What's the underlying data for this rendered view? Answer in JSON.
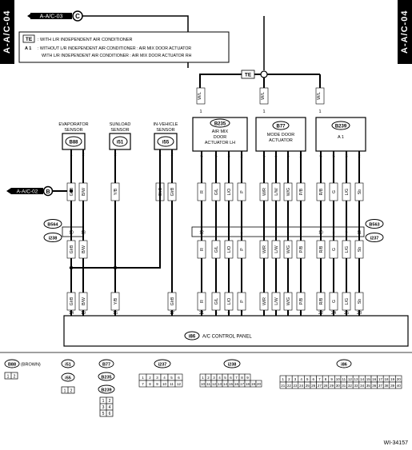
{
  "page_tab": "A-A/C-04",
  "connectors_top": {
    "in_label": "A-A/C-03",
    "in_letter": "C"
  },
  "connectors_left": {
    "in_label": "A-A/C-02",
    "in_letter": "B"
  },
  "legend": {
    "te_key": "TE",
    "te_text": ": WITH L/R INDEPENDENT AIR CONDITIONER",
    "a1_key": "A 1",
    "a1_line1": ": WITHOUT L/R INDEPENDENT AIR CONDITIONER : AIR MIX DOOR ACTUATOR",
    "a1_line2": "WITH L/R INDEPENDENT AIR CONDITIONER : AIR MIX DOOR ACTUATOR RH"
  },
  "te_badge": "TE",
  "sensors": [
    {
      "title1": "EVAPORATOR",
      "title2": "SENSOR",
      "code": "B88"
    },
    {
      "title1": "SUNLOAD",
      "title2": "SENSOR",
      "code": "i51"
    },
    {
      "title1": "IN-VEHICLE",
      "title2": "SENSOR",
      "code": "i55"
    }
  ],
  "actuators": [
    {
      "code": "B235",
      "title1": "AIR MIX",
      "title2": "DOOR",
      "title3": "ACTUATOR LH"
    },
    {
      "code": "B77",
      "title1": "MODE DOOR",
      "title2": "ACTUATOR",
      "title3": ""
    },
    {
      "code": "B239",
      "title1": "A 1",
      "title2": "",
      "title3": ""
    }
  ],
  "joint_connectors": {
    "upper": "B564",
    "lower": "i238",
    "upper_r": "B563",
    "lower_r": "i237"
  },
  "control_panel": {
    "code": "i86",
    "label": "A/C CONTROL PANEL"
  },
  "wires": [
    {
      "color": "G/rB",
      "pin_top": "1",
      "pin_j": "10",
      "pin_bot": "14"
    },
    {
      "color": "B/W",
      "pin_top": "2",
      "pin_j": "13",
      "pin_bot": "19"
    },
    {
      "color": "Y/B",
      "pin_top": "2",
      "pin_j": "",
      "pin_bot": "16"
    },
    {
      "color": "G/rB",
      "pin_top": "1",
      "pin_j": "",
      "pin_bot": ""
    },
    {
      "color": "G/rB",
      "pin_top": "2",
      "pin_j": "",
      "pin_bot": "17"
    },
    {
      "color": "R",
      "pin_top": "6",
      "pin_j": "12",
      "pin_bot": "21"
    },
    {
      "color": "G/L",
      "pin_top": "5",
      "pin_j": "3",
      "pin_bot": "5"
    },
    {
      "color": "L/O",
      "pin_top": "3",
      "pin_j": "2",
      "pin_bot": "6"
    },
    {
      "color": "P",
      "pin_top": "2",
      "pin_j": "4",
      "pin_bot": "7"
    },
    {
      "color": "W/R",
      "pin_top": "5",
      "pin_j": "7",
      "pin_bot": "1"
    },
    {
      "color": "L/W",
      "pin_top": "4",
      "pin_j": "5",
      "pin_bot": "2"
    },
    {
      "color": "W/G",
      "pin_top": "3",
      "pin_j": "6",
      "pin_bot": "3"
    },
    {
      "color": "P/B",
      "pin_top": "2",
      "pin_j": "1",
      "pin_bot": "4"
    },
    {
      "color": "R/B",
      "pin_top": "6",
      "pin_j": "10",
      "pin_bot": "22"
    },
    {
      "color": "G",
      "pin_top": "5",
      "pin_j": "8",
      "pin_bot": "24"
    },
    {
      "color": "L/G",
      "pin_top": "3",
      "pin_j": "9",
      "pin_bot": "25"
    },
    {
      "color": "Sb",
      "pin_top": "2",
      "pin_j": "11",
      "pin_bot": "28"
    }
  ],
  "top_feed_wires": [
    {
      "color": "W/L",
      "pin": "1"
    },
    {
      "color": "W/L",
      "pin": "1"
    },
    {
      "color": "W/L",
      "pin": "1"
    }
  ],
  "connector_views": [
    {
      "code": "B88",
      "note": "(BROWN)"
    },
    {
      "code": "i51"
    },
    {
      "code": "i55"
    },
    {
      "code": "B77"
    },
    {
      "code": "B235"
    },
    {
      "code": "B239"
    },
    {
      "code": "i237"
    },
    {
      "code": "i238"
    },
    {
      "code": "i86"
    }
  ],
  "figure_id": "WI-34157"
}
